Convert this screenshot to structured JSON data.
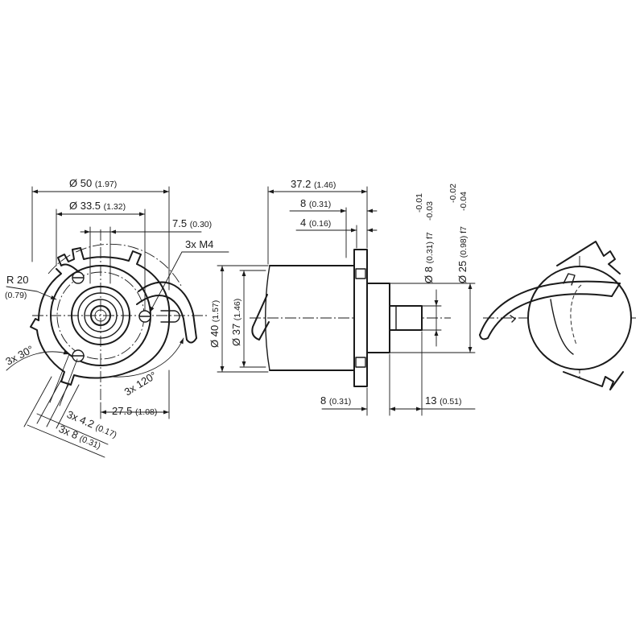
{
  "front_view": {
    "dia_50": {
      "main": "Ø 50",
      "sub": "(1.97)"
    },
    "dia_33_5": {
      "main": "Ø 33.5",
      "sub": "(1.32)"
    },
    "offset_7_5": {
      "main": "7.5",
      "sub": "(0.30)"
    },
    "thread_m4": {
      "main": "3x M4"
    },
    "radius_20": {
      "main": "R 20",
      "sub": "(0.79)"
    },
    "angle_30": {
      "main": "3x 30°"
    },
    "angle_120": {
      "main": "3x 120°"
    },
    "dist_27_5": {
      "main": "27.5",
      "sub": "(1.08)"
    },
    "slot_4_2": {
      "main": "3x 4.2",
      "sub": "(0.17)"
    },
    "slot_8": {
      "main": "3x 8",
      "sub": "(0.31)"
    }
  },
  "side_view": {
    "len_37_2": {
      "main": "37.2",
      "sub": "(1.46)"
    },
    "len_8": {
      "main": "8",
      "sub": "(0.31)"
    },
    "len_4": {
      "main": "4",
      "sub": "(0.16)"
    },
    "dia_40": {
      "main": "Ø 40",
      "sub": "(1.57)"
    },
    "dia_37": {
      "main": "Ø 37",
      "sub": "(1.46)"
    },
    "shaft_8": {
      "main": "Ø 8",
      "sub": "(0.31) f7",
      "tol_upper": "-0.01",
      "tol_lower": "-0.03"
    },
    "pilot_25": {
      "main": "Ø 25",
      "sub": "(0.98) f7",
      "tol_upper": "-0.02",
      "tol_lower": "-0.04"
    },
    "bottom_8": {
      "main": "8",
      "sub": "(0.31)"
    },
    "bottom_13": {
      "main": "13",
      "sub": "(0.51)"
    }
  }
}
